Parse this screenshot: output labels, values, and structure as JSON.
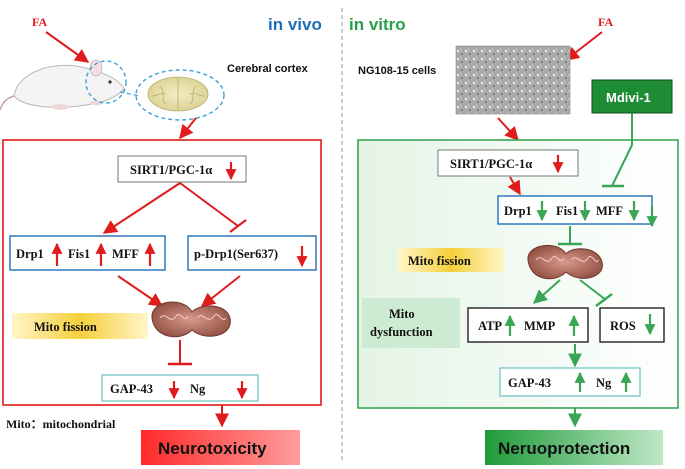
{
  "headers": {
    "in_vivo": "in vivo",
    "in_vitro": "in vitro"
  },
  "stimulus": {
    "left": "FA",
    "right": "FA"
  },
  "sources": {
    "cortex": "Cerebral cortex",
    "cells": "NG108-15 cells"
  },
  "inhibitor": {
    "label": "Mdivi-1"
  },
  "vivo": {
    "sirt1": "SIRT1/PGC-1α",
    "drp1": "Drp1",
    "fis1": "Fis1",
    "mff": "MFF",
    "pdrp1": "p-Drp1(Ser637)",
    "fission": "Mito fission",
    "gap43": "GAP-43",
    "ng": "Ng",
    "note": "Mito：mitochondrial",
    "outcome": "Neurotoxicity"
  },
  "vitro": {
    "sirt1": "SIRT1/PGC-1α",
    "drp1": "Drp1",
    "fis1": "Fis1",
    "mff": "MFF",
    "fission": "Mito fission",
    "dysfunction_line1": "Mito",
    "dysfunction_line2": "dysfunction",
    "atp": "ATP",
    "mmp": "MMP",
    "ros": "ROS",
    "gap43": "GAP-43",
    "ng": "Ng",
    "outcome": "Neruoprotection"
  },
  "colors": {
    "red": "#e01b1b",
    "green": "#3aa655",
    "blue_heading": "#1f6fb5",
    "green_heading": "#2a9d4a",
    "box_blue": "#1f6fb5",
    "box_teal": "#7fc9c9",
    "dark_green": "#1e8c34"
  }
}
